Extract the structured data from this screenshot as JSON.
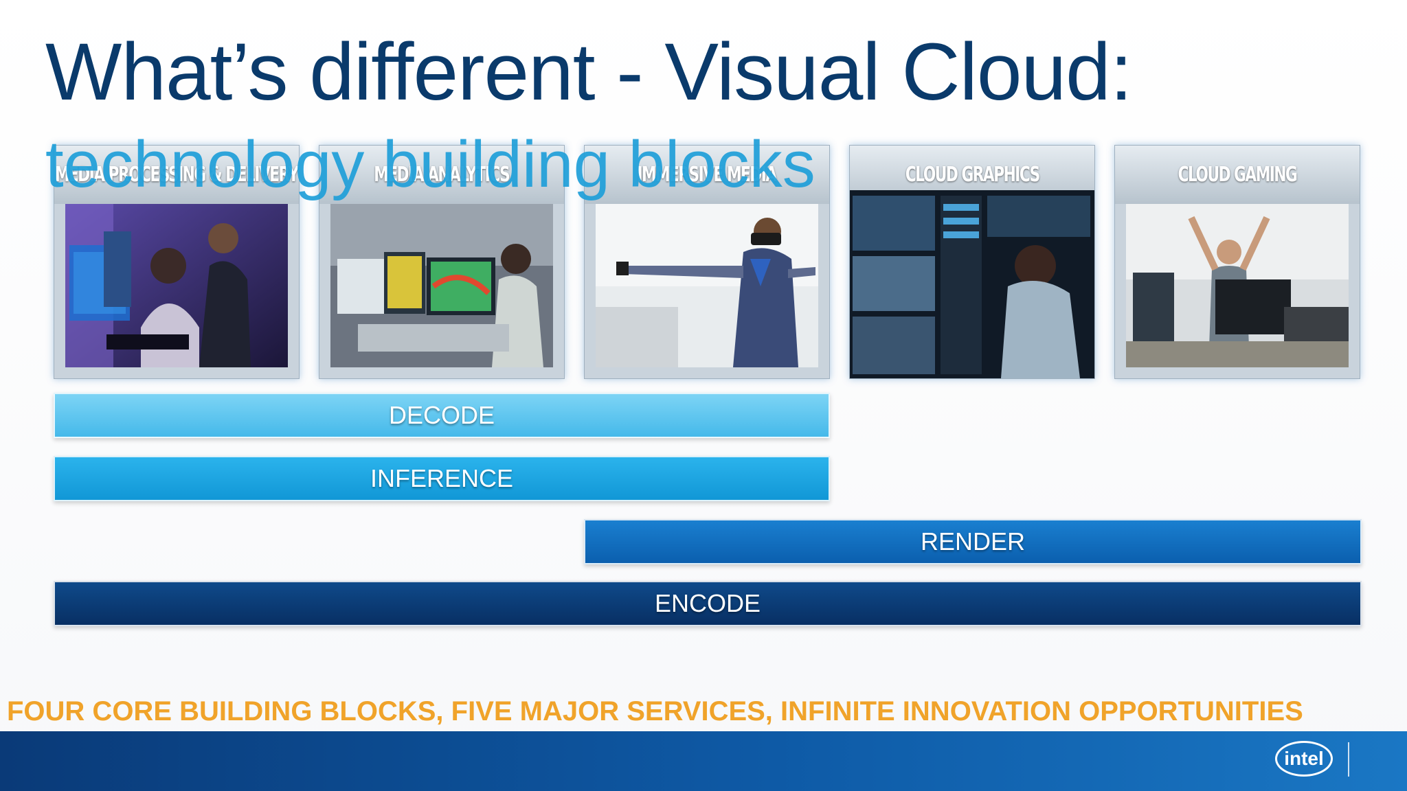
{
  "slide": {
    "title": "What’s different - Visual Cloud:",
    "subtitle": "technology building blocks",
    "services": [
      {
        "label": "MEDIA PROCESSING & DELIVERY"
      },
      {
        "label": "MEDIA ANALYTICS"
      },
      {
        "label": "IMMERSIVE MEDIA"
      },
      {
        "label": "CLOUD GRAPHICS"
      },
      {
        "label": "CLOUD GAMING"
      }
    ],
    "building_blocks": [
      {
        "label": "DECODE",
        "color": "#5cc6ef"
      },
      {
        "label": "INFERENCE",
        "color": "#19a6e6"
      },
      {
        "label": "RENDER",
        "color": "#0f6ec3"
      },
      {
        "label": "ENCODE",
        "color": "#0b3d78"
      }
    ],
    "tagline": "FOUR CORE BUILDING BLOCKS, FIVE MAJOR SERVICES, INFINITE INNOVATION OPPORTUNITIES",
    "logo": "intel",
    "colors": {
      "title": "#0a3a6b",
      "subtitle": "#1f9fd9",
      "tagline": "#f0a32a",
      "footer": "#0e5aa6"
    }
  }
}
